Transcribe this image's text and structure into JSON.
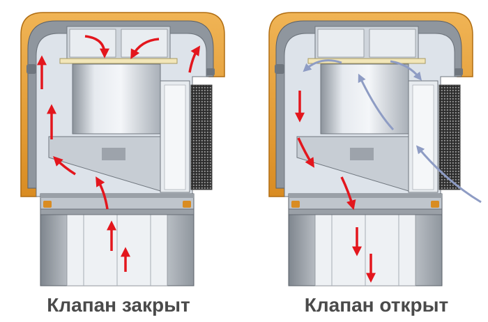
{
  "panels": [
    {
      "id": "closed",
      "caption": "Клапан закрыт"
    },
    {
      "id": "open",
      "caption": "Клапан открыт"
    }
  ],
  "colors": {
    "housing_orange": "#E8A33C",
    "housing_gray": "#9DA3AB",
    "interior": "#DDE3EA",
    "arrow_red": "#E3161D",
    "arrow_air": "#8E9CC4",
    "membrane": "#F2E6B8",
    "text": "#4A4A4A"
  },
  "icons": [
    "red-flow-arrow",
    "air-flow-arrow",
    "mesh-grille"
  ]
}
